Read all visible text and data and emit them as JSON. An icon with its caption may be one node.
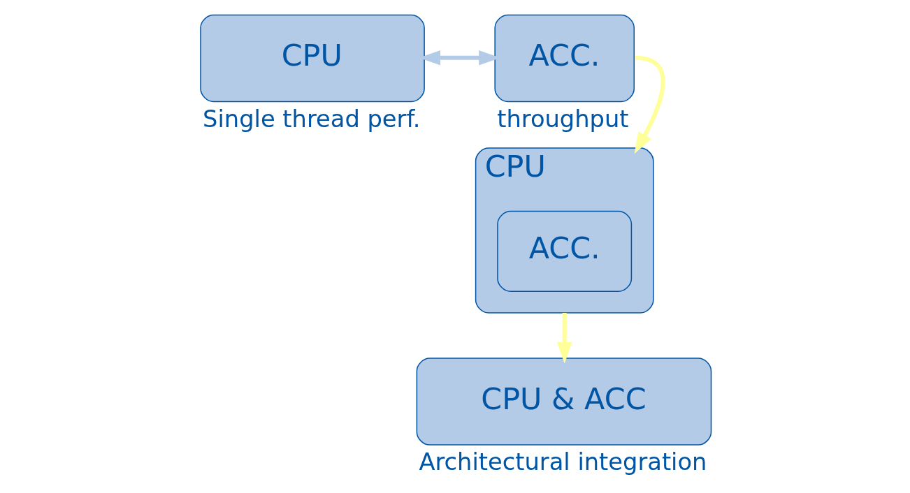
{
  "diagram": {
    "nodes": [
      {
        "text": [
          "CPU"
        ],
        "beside": [
          "Single thread perf."
        ]
      },
      {
        "text": [
          "ACC."
        ],
        "beside": [
          "throughput"
        ]
      },
      {
        "text": [
          "CPU"
        ]
      },
      {
        "text": [
          "ACC."
        ],
        "in": 2
      },
      {
        "text": [
          "CPU & ACC"
        ],
        "beside": [
          "Architectural integration"
        ]
      }
    ],
    "edges": [
      {
        "from": 0,
        "to": 1,
        "arrow": "both",
        "color": "#b4cbe8"
      },
      {
        "from": 1,
        "to": 2,
        "arrow": "to"
      },
      {
        "from": 2,
        "to": 4,
        "arrow": "to"
      }
    ]
  }
}
